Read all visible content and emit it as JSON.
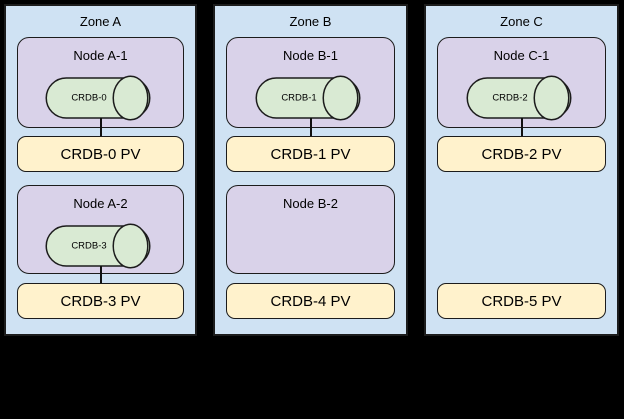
{
  "diagram": {
    "description": "Three availability zones with Kubernetes nodes, CRDB pods and persistent volumes",
    "palette": {
      "background": "#000000",
      "zone_fill": "#cfe2f3",
      "node_fill": "#d9d2e9",
      "pod_fill": "#d9ead3",
      "pv_fill": "#fff2cc",
      "stroke": "#1c1c1c",
      "text": "#000000"
    },
    "zones": [
      {
        "title": "Zone A",
        "node1": {
          "title": "Node A-1",
          "pod": "CRDB-0"
        },
        "pv1": {
          "label": "CRDB-0 PV"
        },
        "node2": {
          "title": "Node A-2",
          "pod": "CRDB-3"
        },
        "pv2": {
          "label": "CRDB-3 PV"
        }
      },
      {
        "title": "Zone B",
        "node1": {
          "title": "Node B-1",
          "pod": "CRDB-1"
        },
        "pv1": {
          "label": "CRDB-1 PV"
        },
        "node2": {
          "title": "Node B-2"
        },
        "pv2": {
          "label": "CRDB-4 PV"
        }
      },
      {
        "title": "Zone C",
        "node1": {
          "title": "Node C-1",
          "pod": "CRDB-2"
        },
        "pv1": {
          "label": "CRDB-2 PV"
        },
        "pv2": {
          "label": "CRDB-5 PV"
        }
      }
    ]
  }
}
